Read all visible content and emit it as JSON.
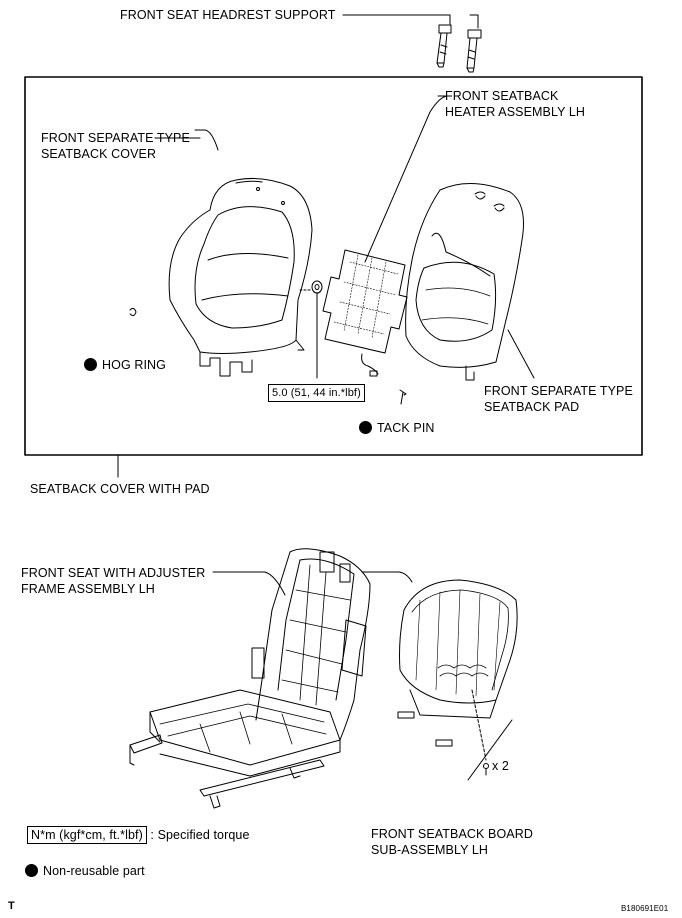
{
  "labels": {
    "headrest_support": "FRONT SEAT HEADREST SUPPORT",
    "heater_assembly": [
      "FRONT SEATBACK",
      "HEATER ASSEMBLY LH"
    ],
    "seatback_cover": [
      "FRONT SEPARATE TYPE",
      "SEATBACK COVER"
    ],
    "hog_ring": "HOG RING",
    "torque": "5.0 (51, 44 in.*lbf)",
    "tack_pin": "TACK PIN",
    "seatback_pad": [
      "FRONT SEPARATE TYPE",
      "SEATBACK PAD"
    ],
    "cover_with_pad": "SEATBACK COVER WITH PAD",
    "seat_frame": [
      "FRONT SEAT WITH ADJUSTER",
      "FRAME ASSEMBLY LH"
    ],
    "screw_count": "x 2",
    "board": [
      "FRONT SEATBACK BOARD",
      "SUB-ASSEMBLY LH"
    ]
  },
  "legend": {
    "torque_unit": "N*m (kgf*cm, ft.*lbf)",
    "torque_desc": ": Specified torque",
    "nonreusable": "Non-reusable part"
  },
  "footer": {
    "left_mark": "T",
    "figure_id": "B180691E01"
  }
}
